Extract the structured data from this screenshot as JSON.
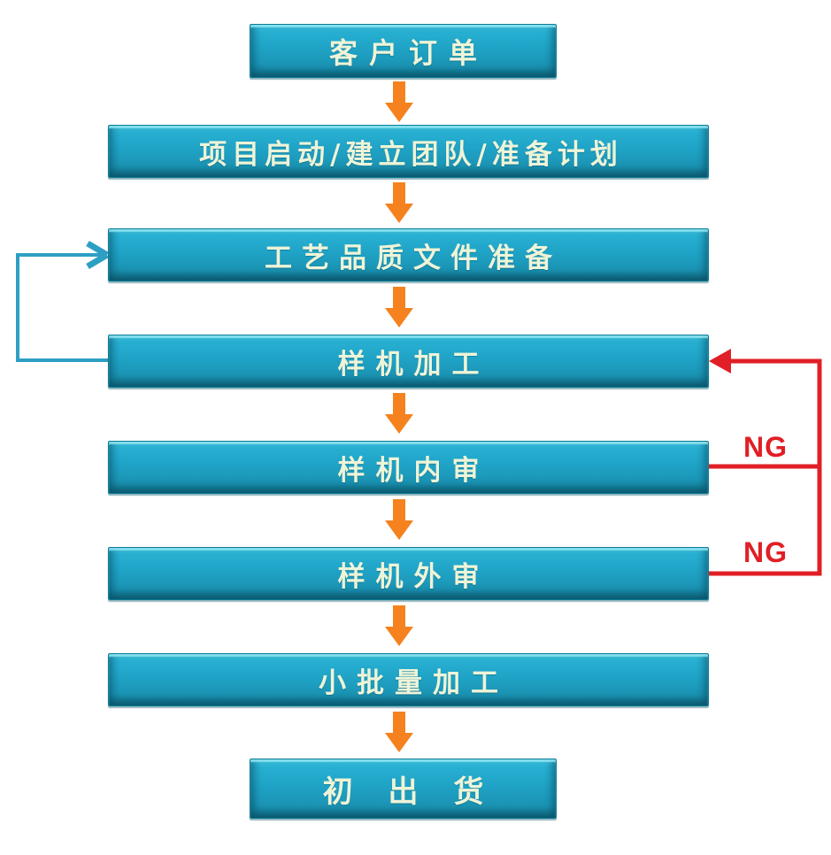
{
  "diagram": {
    "type": "flowchart",
    "description": "production process flow with rework loops",
    "boxes": [
      {
        "id": "customer-order",
        "label": "客户订单"
      },
      {
        "id": "project-start",
        "label": "项目启动/建立团队/准备计划"
      },
      {
        "id": "process-quality-docs",
        "label": "工艺品质文件准备"
      },
      {
        "id": "prototype-processing",
        "label": "样机加工"
      },
      {
        "id": "prototype-internal-review",
        "label": "样机内审"
      },
      {
        "id": "prototype-external-review",
        "label": "样机外审"
      },
      {
        "id": "small-batch-processing",
        "label": "小批量加工"
      },
      {
        "id": "initial-shipment",
        "label": "初 出 货"
      }
    ],
    "ng_labels": [
      {
        "text": "NG",
        "from": "prototype-internal-review",
        "to": "prototype-processing"
      },
      {
        "text": "NG",
        "from": "prototype-external-review",
        "to": "prototype-processing"
      }
    ],
    "loop": {
      "from": "prototype-processing",
      "to": "process-quality-docs"
    }
  },
  "colors": {
    "background": "#ffffff",
    "box_fill": "#1fa3c6",
    "box_highlight": "#55dbf0",
    "box_shadow_edge": "#0d7089",
    "label_text": "#eef4d8",
    "arrow_orange": "#f5821e",
    "loop_blue": "#2e9fc4",
    "ng_red": "#e01f26"
  }
}
